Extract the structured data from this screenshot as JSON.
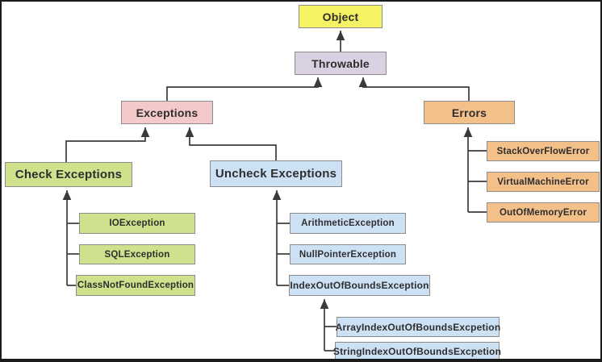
{
  "diagram": {
    "type": "hierarchy-tree",
    "topic": "Java Throwable / Exception class hierarchy",
    "nodes": {
      "object": {
        "label": "Object",
        "fill": "#f5f264"
      },
      "throwable": {
        "label": "Throwable",
        "fill": "#d9d0e2"
      },
      "exceptions": {
        "label": "Exceptions",
        "fill": "#f4c9c9"
      },
      "errors": {
        "label": "Errors",
        "fill": "#f3c08a"
      },
      "check_exceptions": {
        "label": "Check Exceptions",
        "fill": "#cfe18c"
      },
      "uncheck_exceptions": {
        "label": "Uncheck Exceptions",
        "fill": "#cde1f5"
      },
      "io_exception": {
        "label": "IOException",
        "fill": "#cfe18c"
      },
      "sql_exception": {
        "label": "SQLException",
        "fill": "#cfe18c"
      },
      "class_not_found": {
        "label": "ClassNotFoundException",
        "fill": "#cfe18c"
      },
      "arithmetic": {
        "label": "ArithmeticException",
        "fill": "#cde1f5"
      },
      "null_pointer": {
        "label": "NullPointerException",
        "fill": "#cde1f5"
      },
      "index_oob": {
        "label": "IndexOutOfBoundsException",
        "fill": "#cde1f5"
      },
      "array_index_oob": {
        "label": "ArrayIndexOutOfBoundsExcpetion",
        "fill": "#cde1f5"
      },
      "string_index_oob": {
        "label": "StringIndexOutOfBoundsExcpetion",
        "fill": "#cde1f5"
      },
      "stack_overflow": {
        "label": "StackOverFlowError",
        "fill": "#f3c08a"
      },
      "virtual_machine": {
        "label": "VirtualMachineError",
        "fill": "#f3c08a"
      },
      "out_of_memory": {
        "label": "OutOfMemoryError",
        "fill": "#f3c08a"
      }
    },
    "edges": [
      "Throwable -> Object",
      "Exceptions -> Throwable",
      "Errors -> Throwable",
      "Check Exceptions -> Exceptions",
      "Uncheck Exceptions -> Exceptions",
      "IOException -> Check Exceptions",
      "SQLException -> Check Exceptions",
      "ClassNotFoundException -> Check Exceptions",
      "ArithmeticException -> Uncheck Exceptions",
      "NullPointerException -> Uncheck Exceptions",
      "IndexOutOfBoundsException -> Uncheck Exceptions",
      "ArrayIndexOutOfBoundsExcpetion -> IndexOutOfBoundsException",
      "StringIndexOutOfBoundsExcpetion -> IndexOutOfBoundsException",
      "StackOverFlowError -> Errors",
      "VirtualMachineError -> Errors",
      "OutOfMemoryError -> Errors"
    ],
    "colors": {
      "line": "#3a3a3a",
      "box_border": "#8c8c8c",
      "text": "#2e2e2e",
      "background": "#ffffff",
      "frame_border": "#1b1b1b"
    }
  }
}
